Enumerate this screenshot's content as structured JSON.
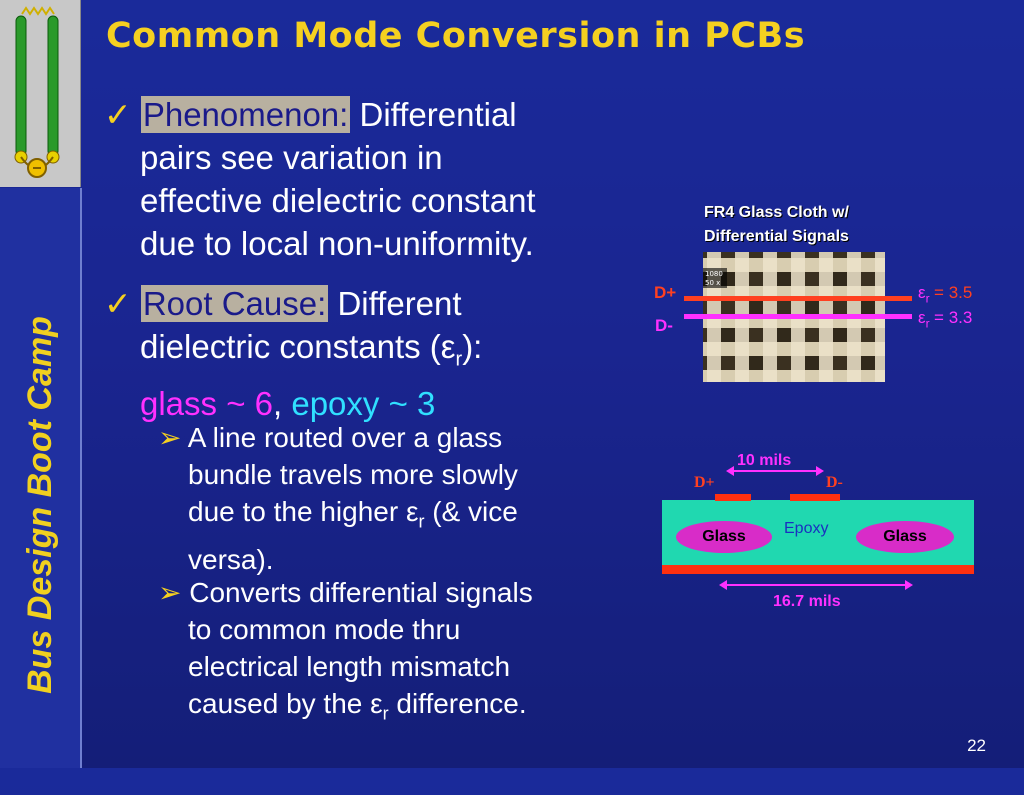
{
  "title": "Common Mode Conversion in PCBs",
  "side_banner": "Bus Design Boot Camp",
  "page_number": "22",
  "bullets": {
    "phenomenon": {
      "label": "Phenomenon:",
      "lines": [
        "Differential",
        "pairs see variation in",
        "effective dielectric constant",
        "due to local non-uniformity."
      ]
    },
    "root_cause": {
      "label": "Root Cause:",
      "line1_rest": "Different",
      "line2_prefix": "dielectric constants (",
      "line2_suffix": "):",
      "glass": "glass ~ 6",
      "epoxy": "epoxy ~ 3"
    },
    "sub1": {
      "line1": "A line routed over a glass",
      "line2": "bundle travels more slowly",
      "line3_prefix": "due to the higher ",
      "line3_suffix": " (& vice",
      "line4": "versa)."
    },
    "sub2": {
      "line1": "Converts differential signals",
      "line2": "to common mode thru",
      "line3": "electrical length mismatch",
      "line4_prefix": "caused by the ",
      "line4_suffix": " difference."
    }
  },
  "figure_top": {
    "title_line1": "FR4 Glass Cloth w/",
    "title_line2": "Differential Signals",
    "d_plus": "D+",
    "d_minus": "D-",
    "er_plus": "= 3.5",
    "er_minus": "= 3.3",
    "photo_tag_1": "1080",
    "photo_tag_2": "50 x"
  },
  "figure_bottom": {
    "spacing": "10 mils",
    "d_plus": "D+",
    "d_minus": "D-",
    "glass_left": "Glass",
    "epoxy": "Epoxy",
    "glass_right": "Glass",
    "width": "16.7 mils"
  },
  "colors": {
    "background": "#1a2a9a",
    "title_yellow": "#f5d020",
    "magenta": "#ff30ff",
    "cyan": "#30e0ff",
    "red": "#ff4020",
    "board_teal": "#20d8b0"
  }
}
